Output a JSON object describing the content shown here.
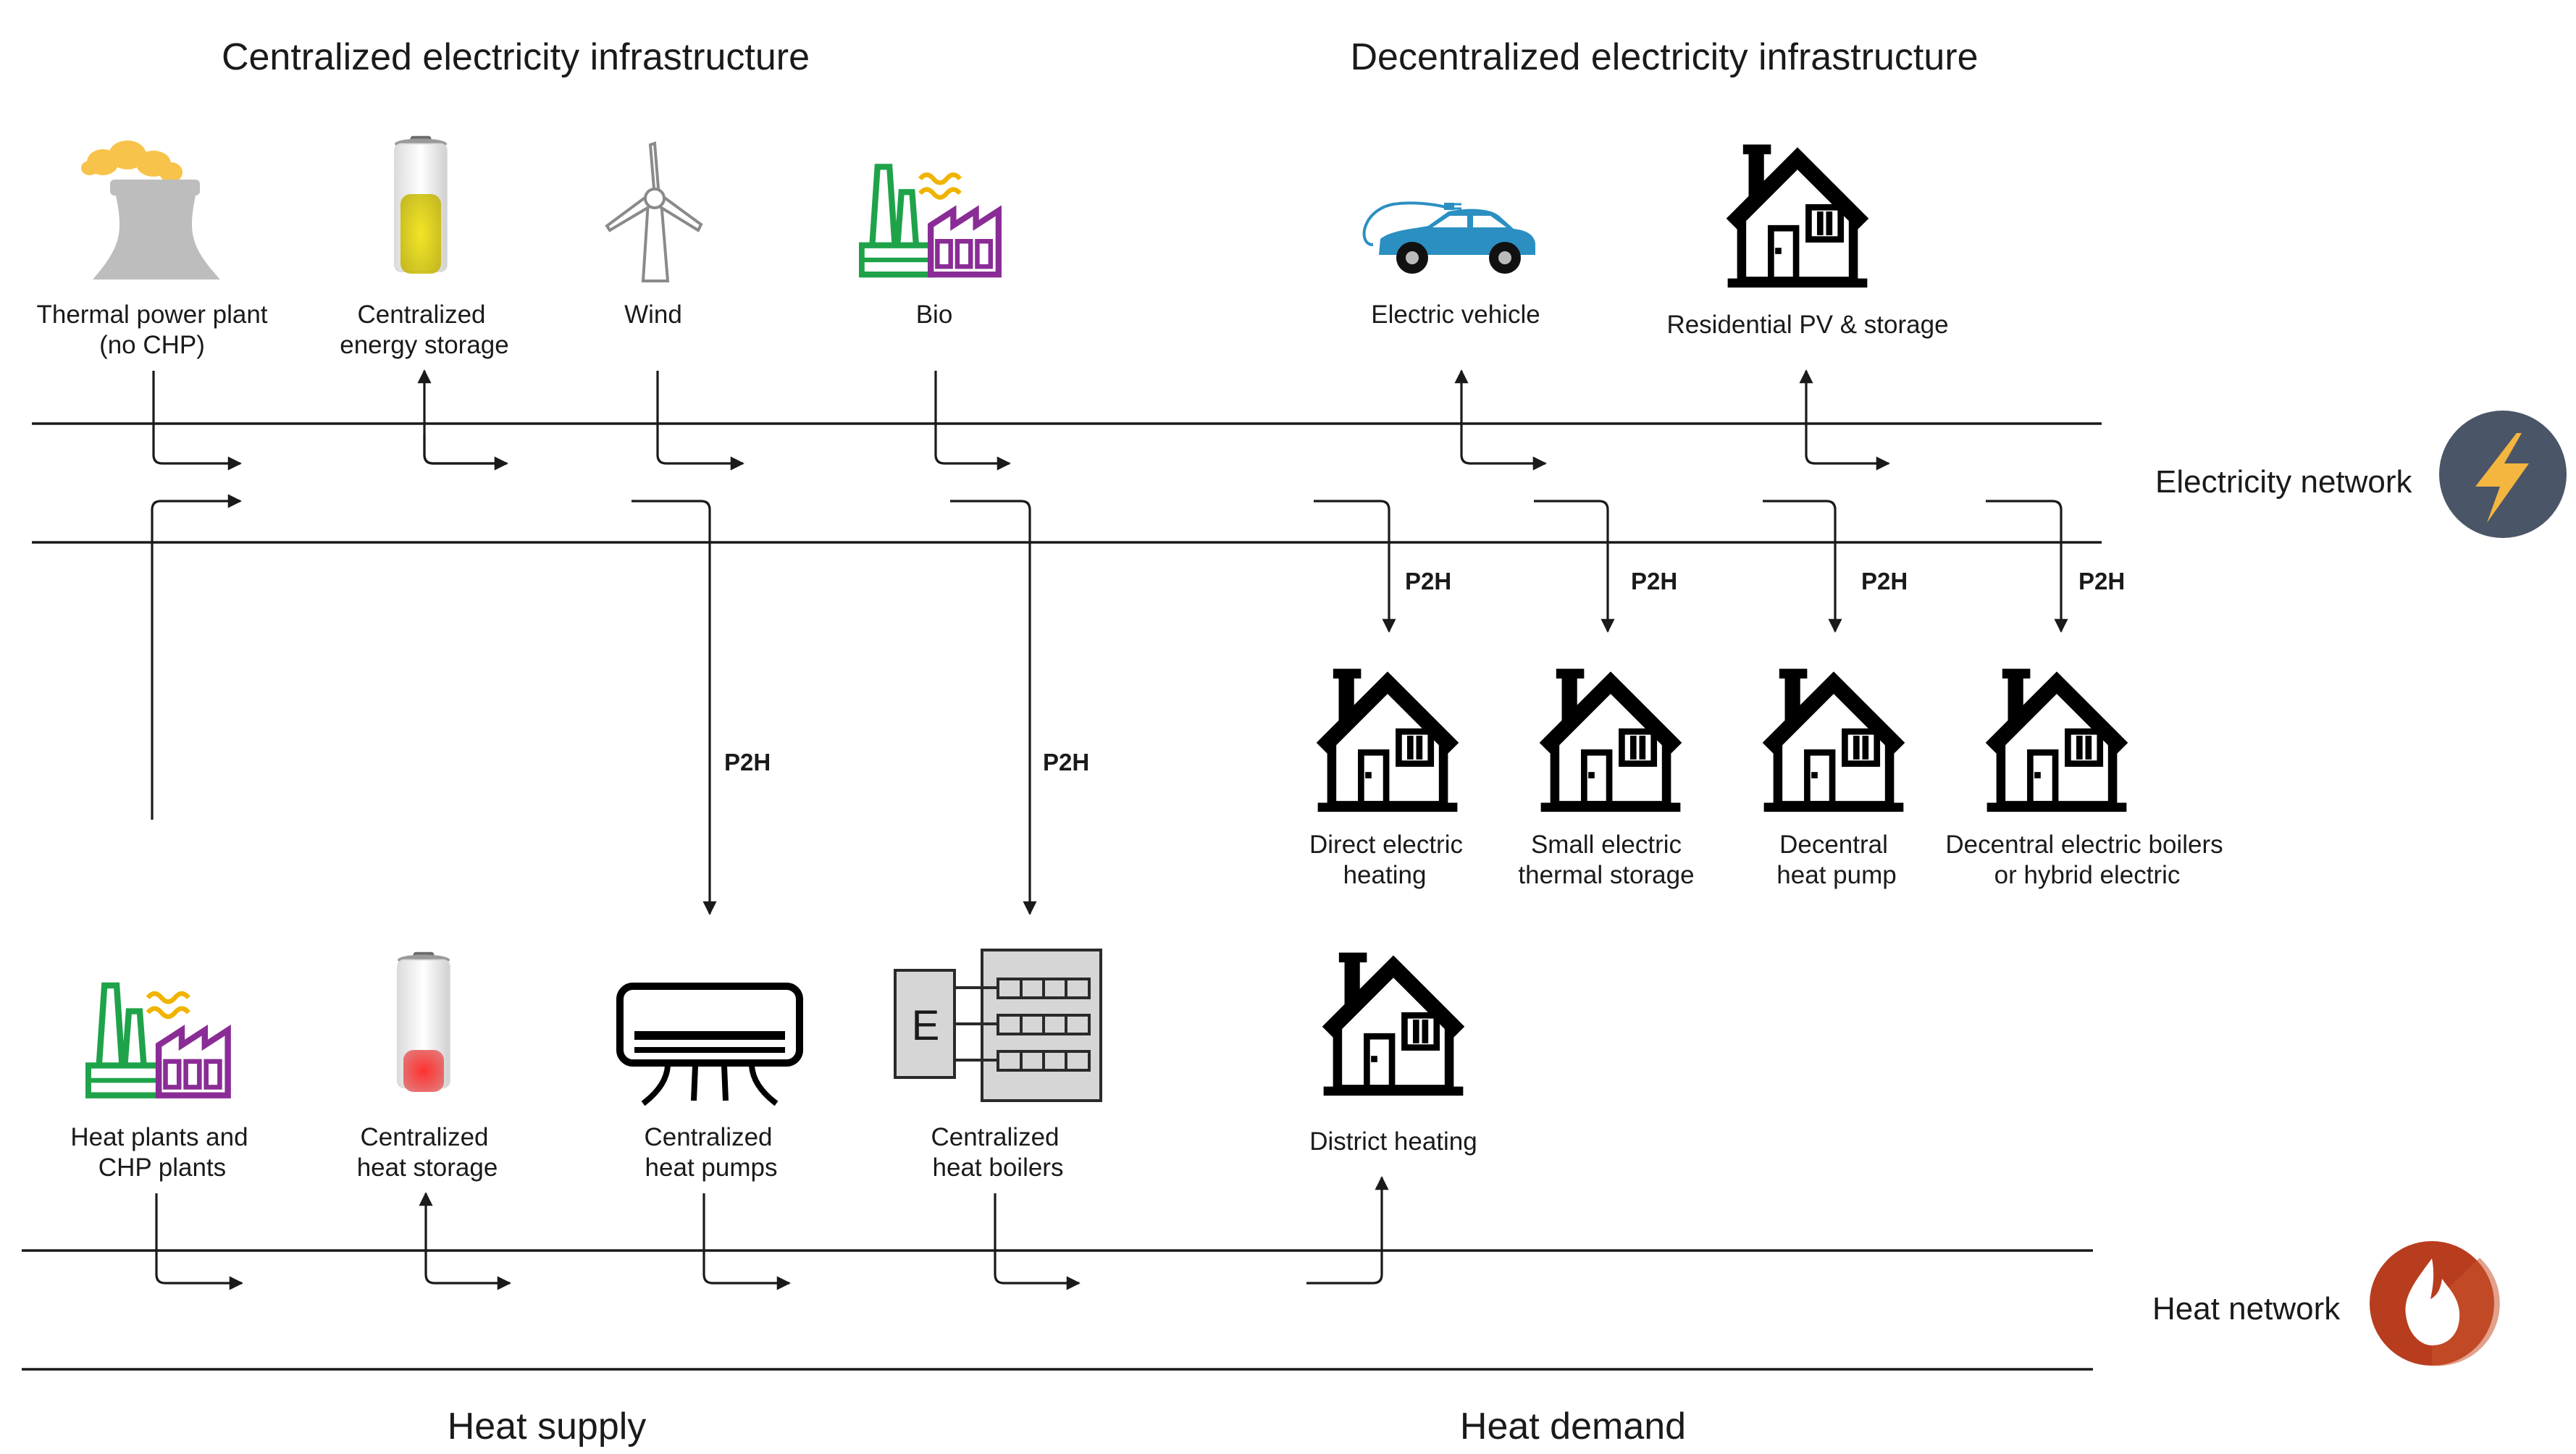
{
  "headings": {
    "centralized": "Centralized electricity infrastructure",
    "decentralized": "Decentralized electricity infrastructure",
    "heat_supply": "Heat supply",
    "heat_demand": "Heat demand"
  },
  "networks": {
    "electricity": "Electricity network",
    "heat": "Heat network"
  },
  "electricity_nodes": {
    "thermal": [
      "Thermal power plant",
      "(no CHP)"
    ],
    "central_storage": [
      "Centralized",
      "energy storage"
    ],
    "wind": [
      "Wind"
    ],
    "bio": [
      "Bio"
    ],
    "ev": [
      "Electric vehicle"
    ],
    "residential_pv": [
      "Residential PV & storage"
    ]
  },
  "demand_nodes": {
    "direct_heating": [
      "Direct electric",
      "heating"
    ],
    "small_storage": [
      "Small electric",
      "thermal storage"
    ],
    "heat_pump": [
      "Decentral",
      "heat pump"
    ],
    "boilers": [
      "Decentral electric boilers",
      "or hybrid electric"
    ],
    "district": [
      "District heating"
    ]
  },
  "heat_nodes": {
    "chp": [
      "Heat plants and",
      "CHP plants"
    ],
    "heat_storage": [
      "Centralized",
      "heat storage"
    ],
    "heat_pumps": [
      "Centralized",
      "heat pumps"
    ],
    "heat_boilers": [
      "Centralized",
      "heat boilers"
    ]
  },
  "p2h": "P2H",
  "boiler_letter": "E",
  "colors": {
    "electricity_badge": "#4a5568",
    "bolt": "#f4b63e",
    "heat_badge": "#b83c1e",
    "flame": "#ffffff",
    "bio_green": "#1fa34a",
    "bio_purple": "#8a2c96",
    "bio_wave": "#f0b400",
    "car": "#2b8fc2",
    "smoke": "#f7c34a",
    "cooling_tower": "#bdbdbd"
  },
  "icons": {
    "thermal": "cooling-tower-icon",
    "central_storage": "battery-icon",
    "wind": "wind-turbine-icon",
    "bio": "factory-icon",
    "ev": "car-icon",
    "house": "house-icon",
    "heat_storage": "battery-icon",
    "heat_pumps": "air-conditioner-icon",
    "heat_boilers": "boiler-icon",
    "electricity": "lightning-icon",
    "heat": "flame-icon"
  }
}
